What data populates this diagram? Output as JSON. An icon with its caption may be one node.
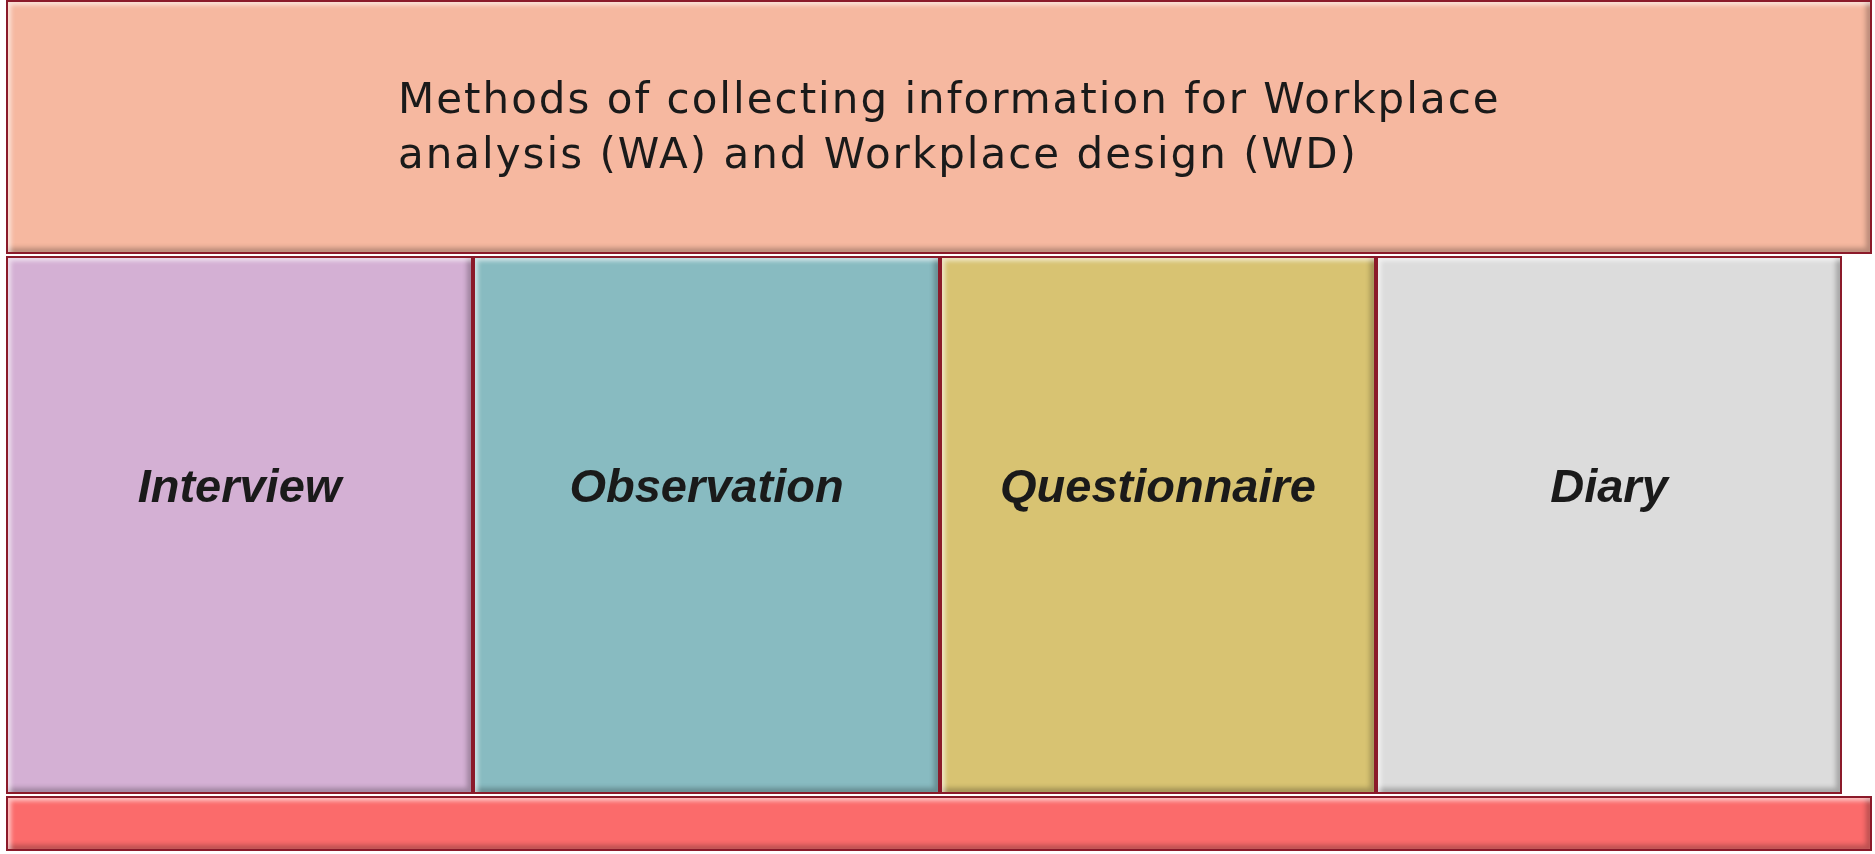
{
  "diagram": {
    "nodes": [
      {
        "text": [
          "Methods of collecting information for Workplace analysis (WA) and Workplace design (WD)"
        ]
      },
      {
        "text": [
          "Interview"
        ]
      },
      {
        "text": [
          "Observation"
        ]
      },
      {
        "text": [
          "Questionnaire"
        ]
      },
      {
        "text": [
          "Diary"
        ]
      },
      {
        "text": [],
        "shape": "bar"
      }
    ],
    "edges": []
  }
}
